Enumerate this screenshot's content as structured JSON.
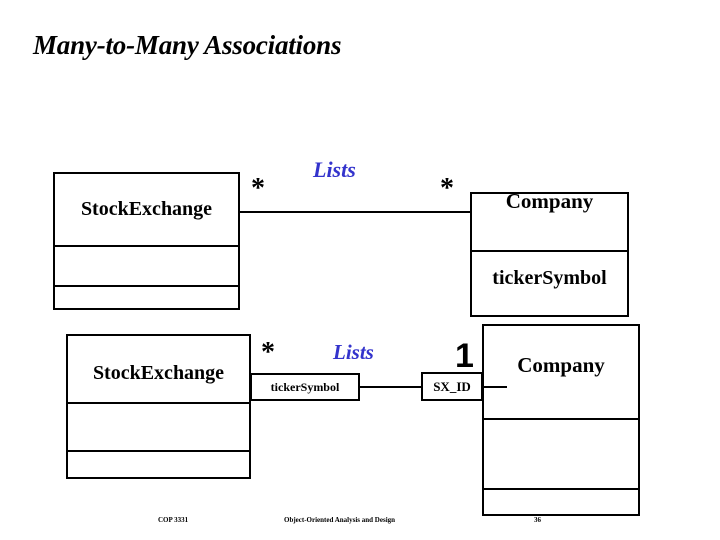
{
  "slide": {
    "title": "Many-to-Many Associations",
    "accent_color": "#3333cc",
    "line_color": "#000000"
  },
  "diagram_top": {
    "left_class": {
      "name": "StockExchange",
      "compartments": [
        "StockExchange",
        "",
        ""
      ]
    },
    "right_class": {
      "name": "Company",
      "attribute": "tickerSymbol",
      "compartments": [
        "Company",
        "tickerSymbol",
        ""
      ]
    },
    "association": {
      "label": "Lists",
      "left_multiplicity": "*",
      "right_multiplicity": "*"
    }
  },
  "diagram_bottom": {
    "left_class": {
      "name": "StockExchange",
      "compartments": [
        "StockExchange",
        "",
        ""
      ]
    },
    "right_class": {
      "name": "Company",
      "compartments": [
        "Company",
        "",
        ""
      ]
    },
    "association": {
      "label": "Lists",
      "left_multiplicity": "*",
      "right_multiplicity": "1"
    },
    "left_key_box": "tickerSymbol",
    "right_key_box": "SX_ID"
  },
  "footer": {
    "course": "COP 3331",
    "subject": "Object-Oriented Analysis and Design",
    "page": "36"
  }
}
